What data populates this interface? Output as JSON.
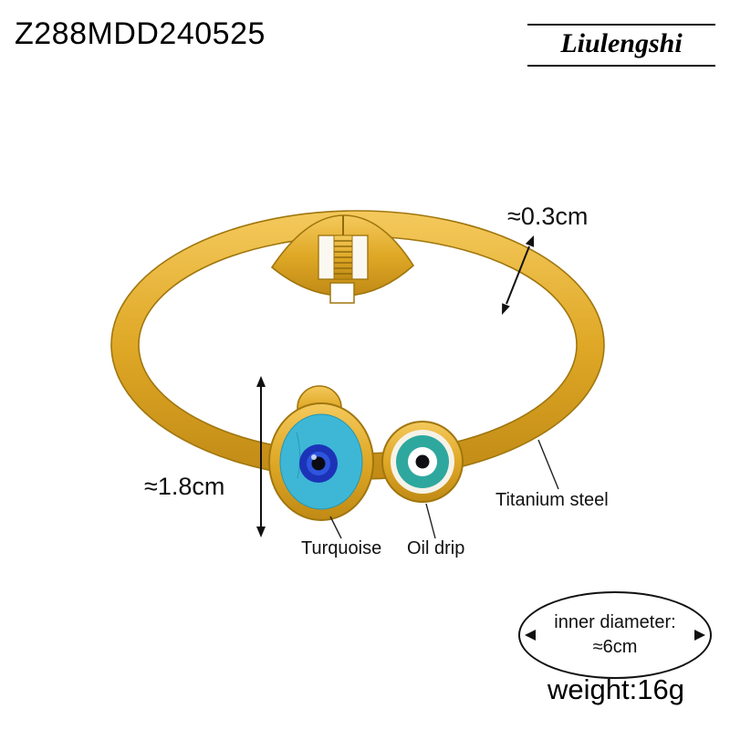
{
  "header": {
    "product_code": "Z288MDD240525",
    "brand": "Liulengshi"
  },
  "annotations": {
    "band_thickness": "≈0.3cm",
    "charm_height": "≈1.8cm",
    "material_label": "Titanium steel",
    "turquoise_label": "Turquoise",
    "oil_drip_label": "Oil drip",
    "inner_diameter_label": "inner diameter:",
    "inner_diameter_value": "≈6cm",
    "weight_label": "weight:16g"
  },
  "colors": {
    "gold": "#DFA826",
    "gold_dark": "#A0760E",
    "turquoise": "#3EB7D6",
    "teal": "#2EA89E",
    "eye_blue": "#1C33B8",
    "text": "#111111"
  }
}
